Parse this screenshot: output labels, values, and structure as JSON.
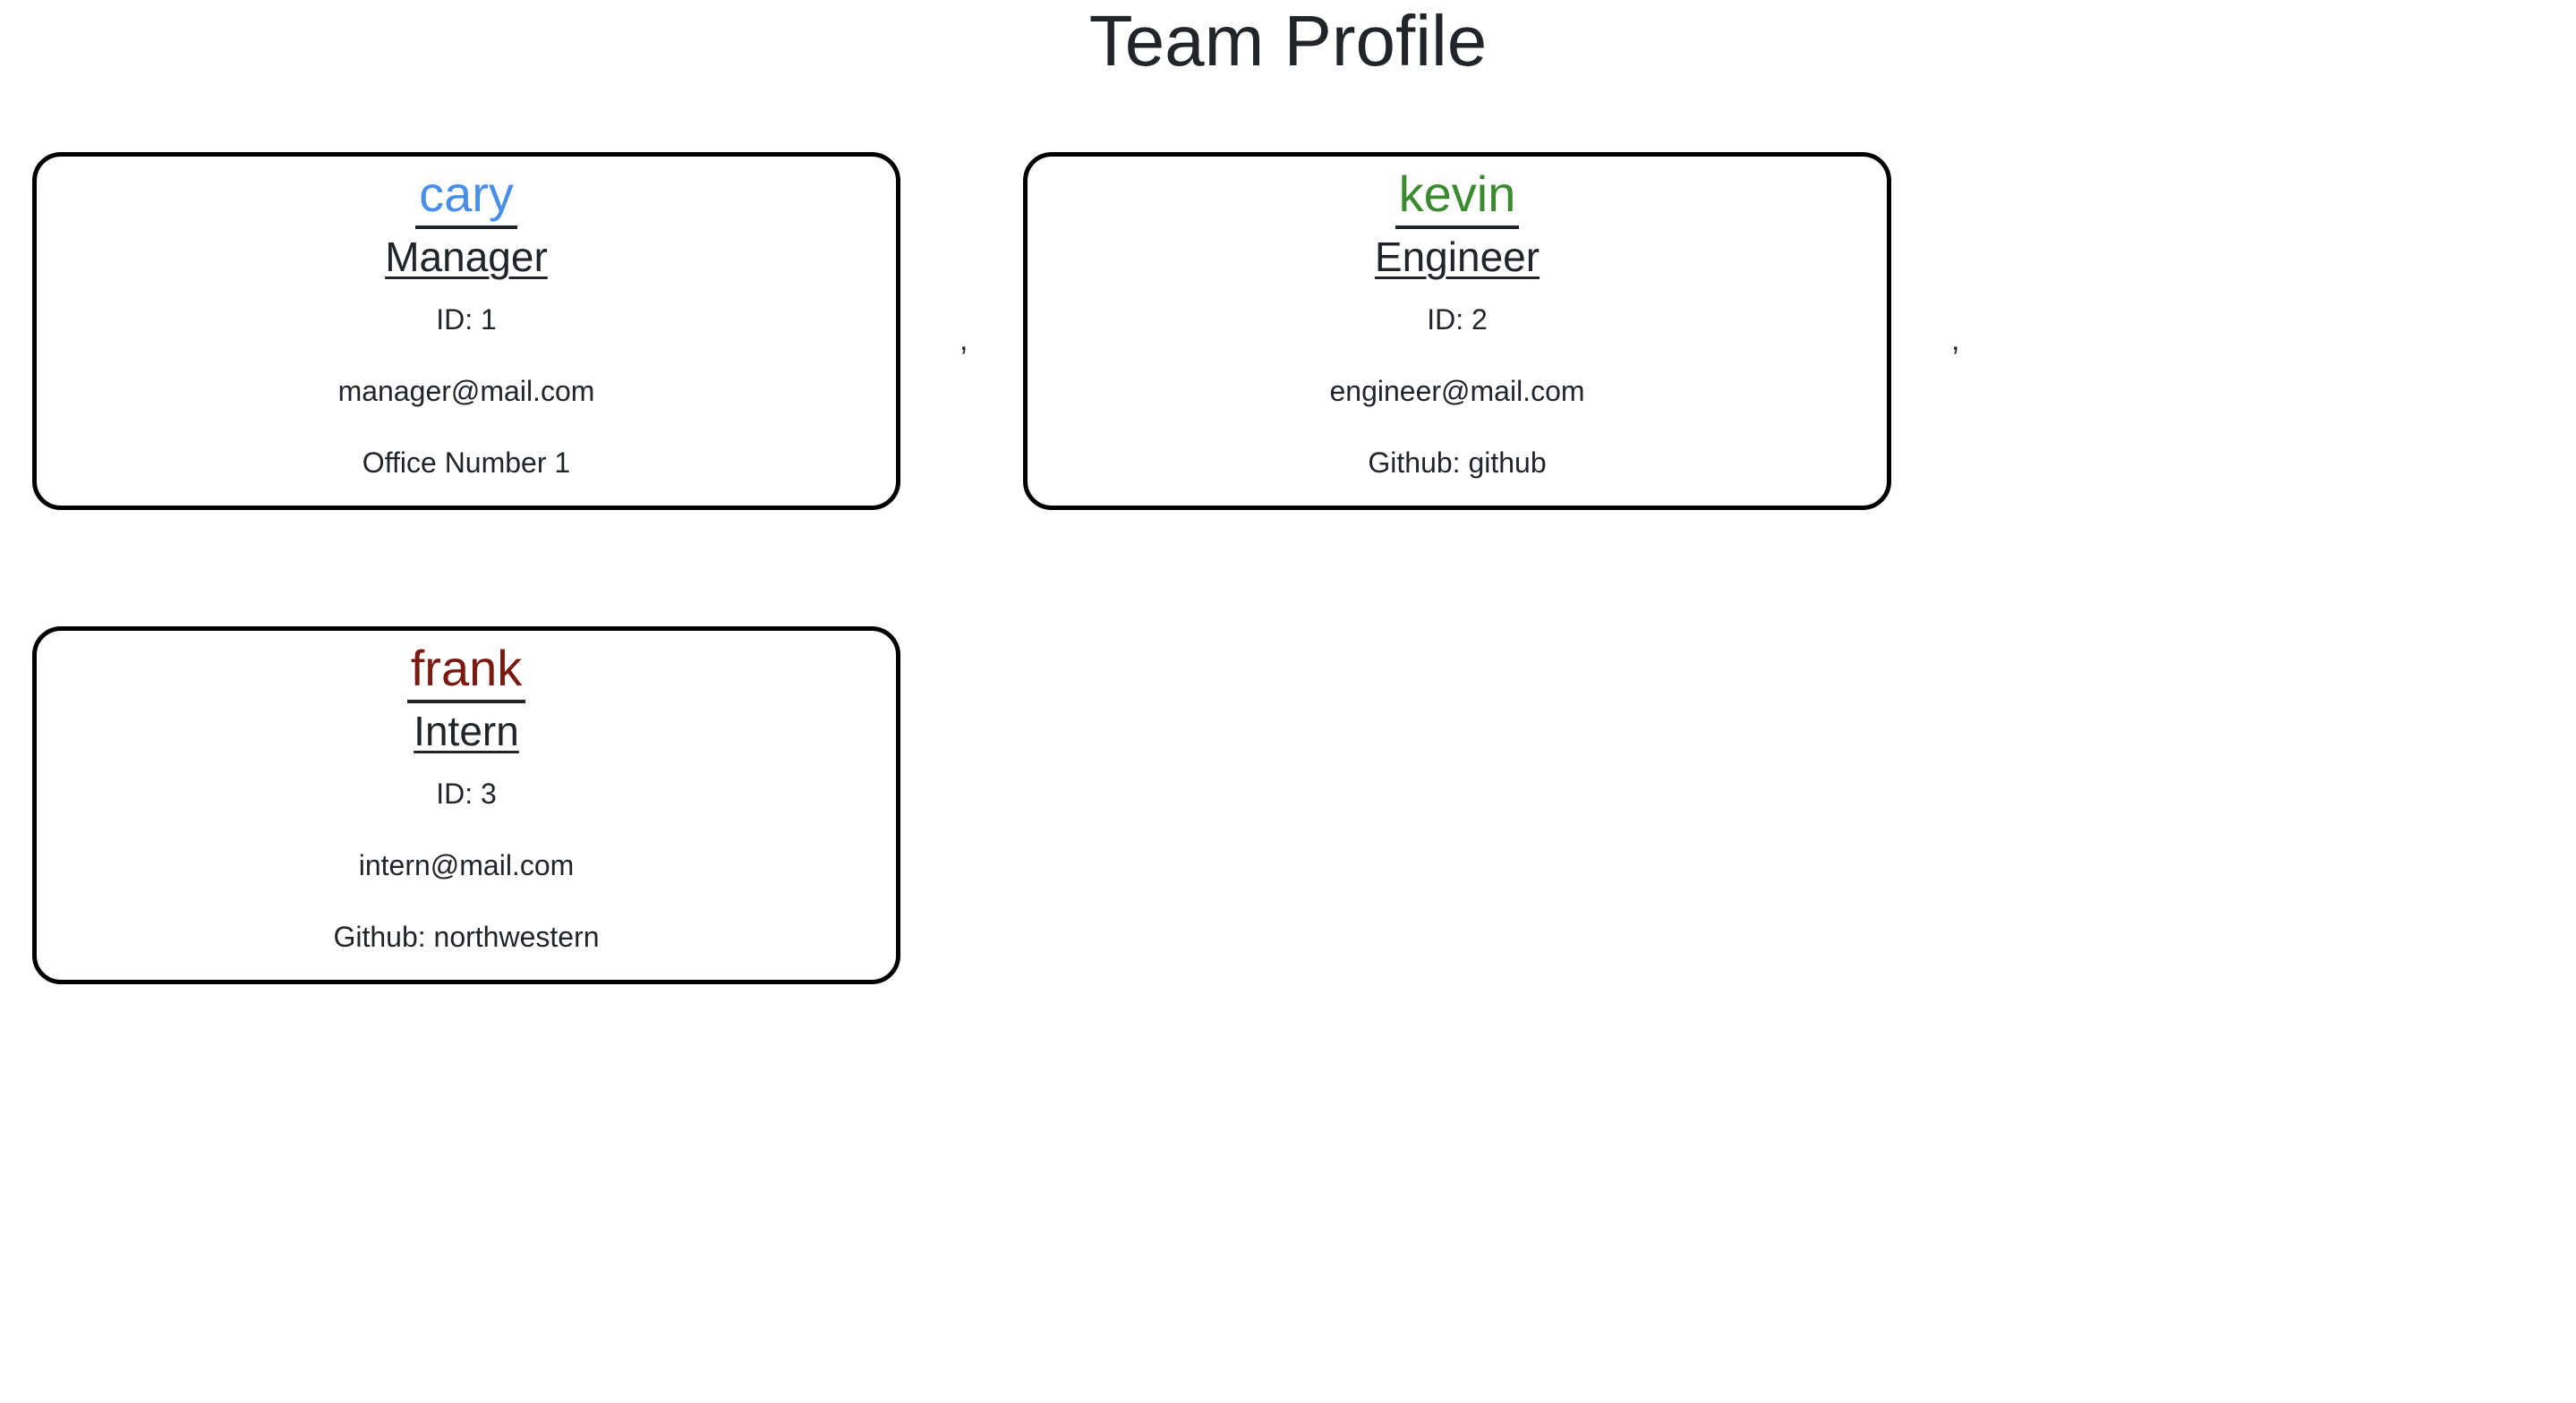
{
  "page": {
    "title": "Team Profile",
    "separator": ","
  },
  "colors": {
    "manager_name": "#4a8fe7",
    "engineer_name": "#3a8a2e",
    "intern_name": "#7a1a10",
    "card_border": "#000000"
  },
  "cards": [
    {
      "name": "cary",
      "role": "Manager",
      "id_text": "ID: 1",
      "email": "manager@mail.com",
      "extra": "Office Number 1"
    },
    {
      "name": "kevin",
      "role": "Engineer",
      "id_text": "ID: 2",
      "email": "engineer@mail.com",
      "extra": "Github: github"
    },
    {
      "name": "frank",
      "role": "Intern",
      "id_text": "ID: 3",
      "email": "intern@mail.com",
      "extra": "Github: northwestern"
    }
  ]
}
